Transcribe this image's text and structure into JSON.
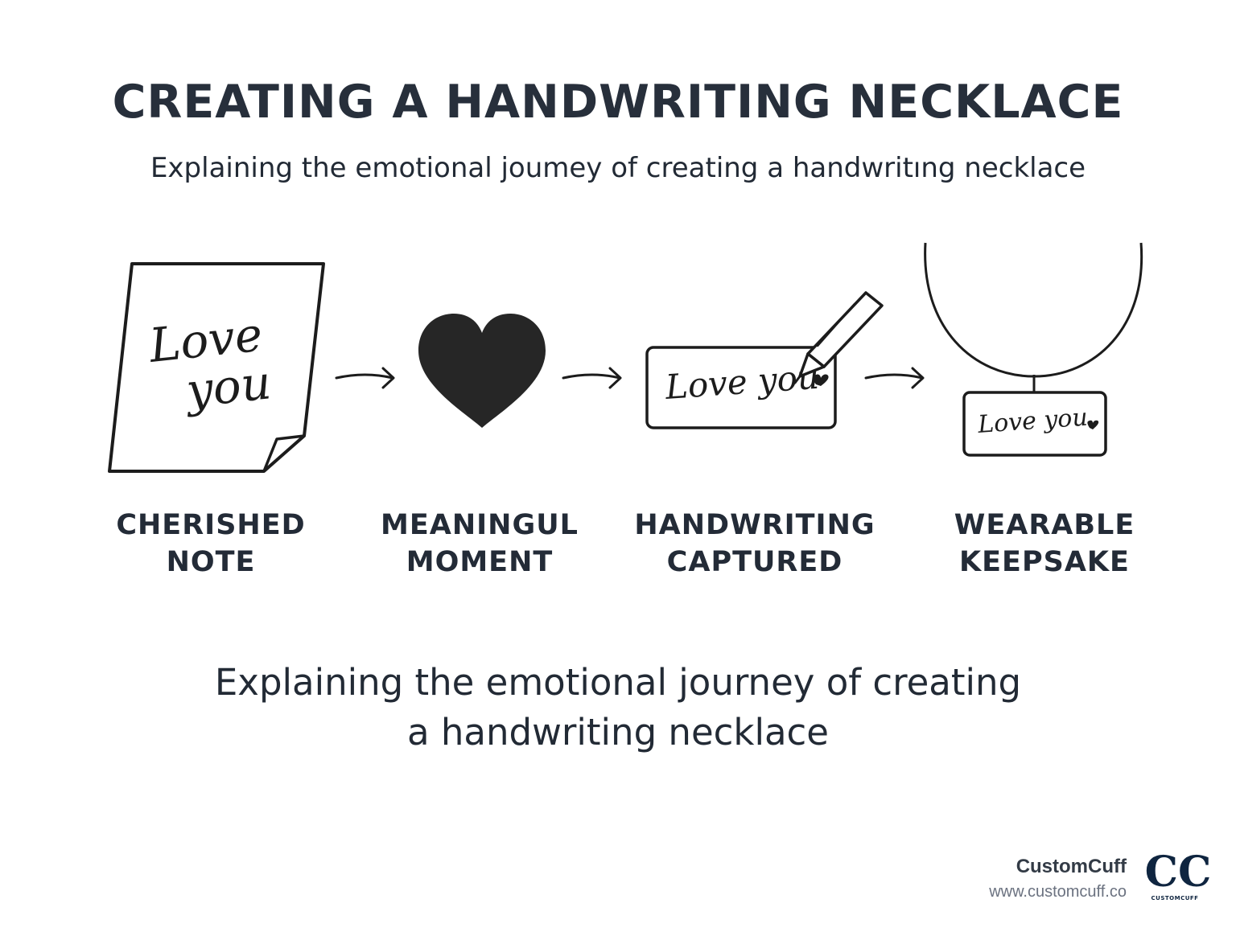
{
  "header": {
    "title": "CREATING A HANDWRITING NECKLACE",
    "subtitle": "Explaining the emotional joumey of creating a handwritıng necklace"
  },
  "steps": [
    {
      "label_line1": "CHERISHED",
      "label_line2": "NOTE",
      "icon": "note-icon"
    },
    {
      "label_line1": "MEANINGUL",
      "label_line2": "MOMENT",
      "icon": "heart-icon"
    },
    {
      "label_line1": "HANDWRITING",
      "label_line2": "CAPTURED",
      "icon": "engraving-pen-icon"
    },
    {
      "label_line1": "WEARABLE",
      "label_line2": "KEEPSAKE",
      "icon": "necklace-icon"
    }
  ],
  "handwriting": {
    "note_line1": "Love",
    "note_line2": "you",
    "plate_text": "Love you",
    "pendant_text": "Love you"
  },
  "footer": {
    "line1": "Explaining the emotional journey of creating",
    "line2": "a handwriting necklace"
  },
  "brand": {
    "name": "CustomCuff",
    "url": "www.customcuff.co",
    "logo_text": "CC",
    "logo_subtext": "CUSTOMCUFF"
  },
  "colors": {
    "ink": "#222a35",
    "heart": "#262626",
    "muted": "#6b7280",
    "logo": "#0f2540"
  }
}
